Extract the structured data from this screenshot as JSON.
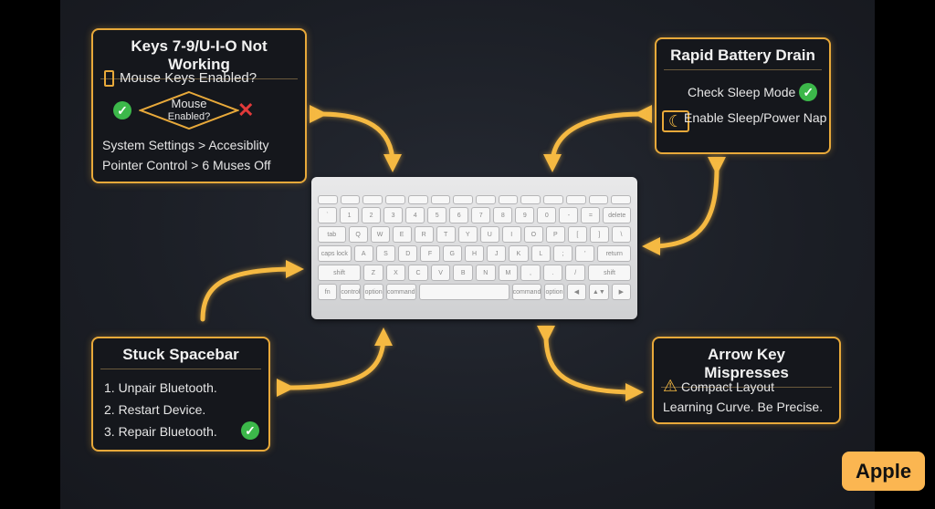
{
  "panels": {
    "keys": {
      "title": "Keys 7-9/U-I-O Not Working",
      "question": "Mouse Keys Enabled?",
      "diamond_line1": "Mouse",
      "diamond_line2": "Enabled?",
      "line1": "System Settings > Accesiblity",
      "line2": "Pointer Control > 6 Muses Off"
    },
    "battery": {
      "title": "Rapid Battery Drain",
      "line1": "Check Sleep Mode",
      "line2": "Enable Sleep/Power Nap"
    },
    "spacebar": {
      "title": "Stuck Spacebar",
      "steps": [
        "1. Unpair Bluetooth.",
        "2. Restart Device.",
        "3. Repair Bluetooth."
      ]
    },
    "arrow": {
      "title": "Arrow Key Mispresses",
      "line1": "Compact Layout",
      "line2": "Learning Curve. Be Precise."
    }
  },
  "keyboard": {
    "rows": [
      [
        "",
        "",
        "",
        "",
        "",
        "",
        "",
        "",
        "",
        "",
        "",
        "",
        "",
        ""
      ],
      [
        "`",
        "1",
        "2",
        "3",
        "4",
        "5",
        "6",
        "7",
        "8",
        "9",
        "0",
        "-",
        "=",
        "delete"
      ],
      [
        "tab",
        "Q",
        "W",
        "E",
        "R",
        "T",
        "Y",
        "U",
        "I",
        "O",
        "P",
        "[",
        "]",
        "\\"
      ],
      [
        "caps lock",
        "A",
        "S",
        "D",
        "F",
        "G",
        "H",
        "J",
        "K",
        "L",
        ";",
        "'",
        "return"
      ],
      [
        "shift",
        "Z",
        "X",
        "C",
        "V",
        "B",
        "N",
        "M",
        ",",
        ".",
        "/",
        "shift"
      ],
      [
        "fn",
        "control",
        "option",
        "command",
        "",
        "command",
        "option",
        "◀",
        "▲▼",
        "▶"
      ]
    ]
  },
  "badge": "Apple",
  "colors": {
    "accent": "#e8a93a",
    "badge": "#fbb651",
    "check": "#3cb84a",
    "cross": "#e23a3a"
  }
}
